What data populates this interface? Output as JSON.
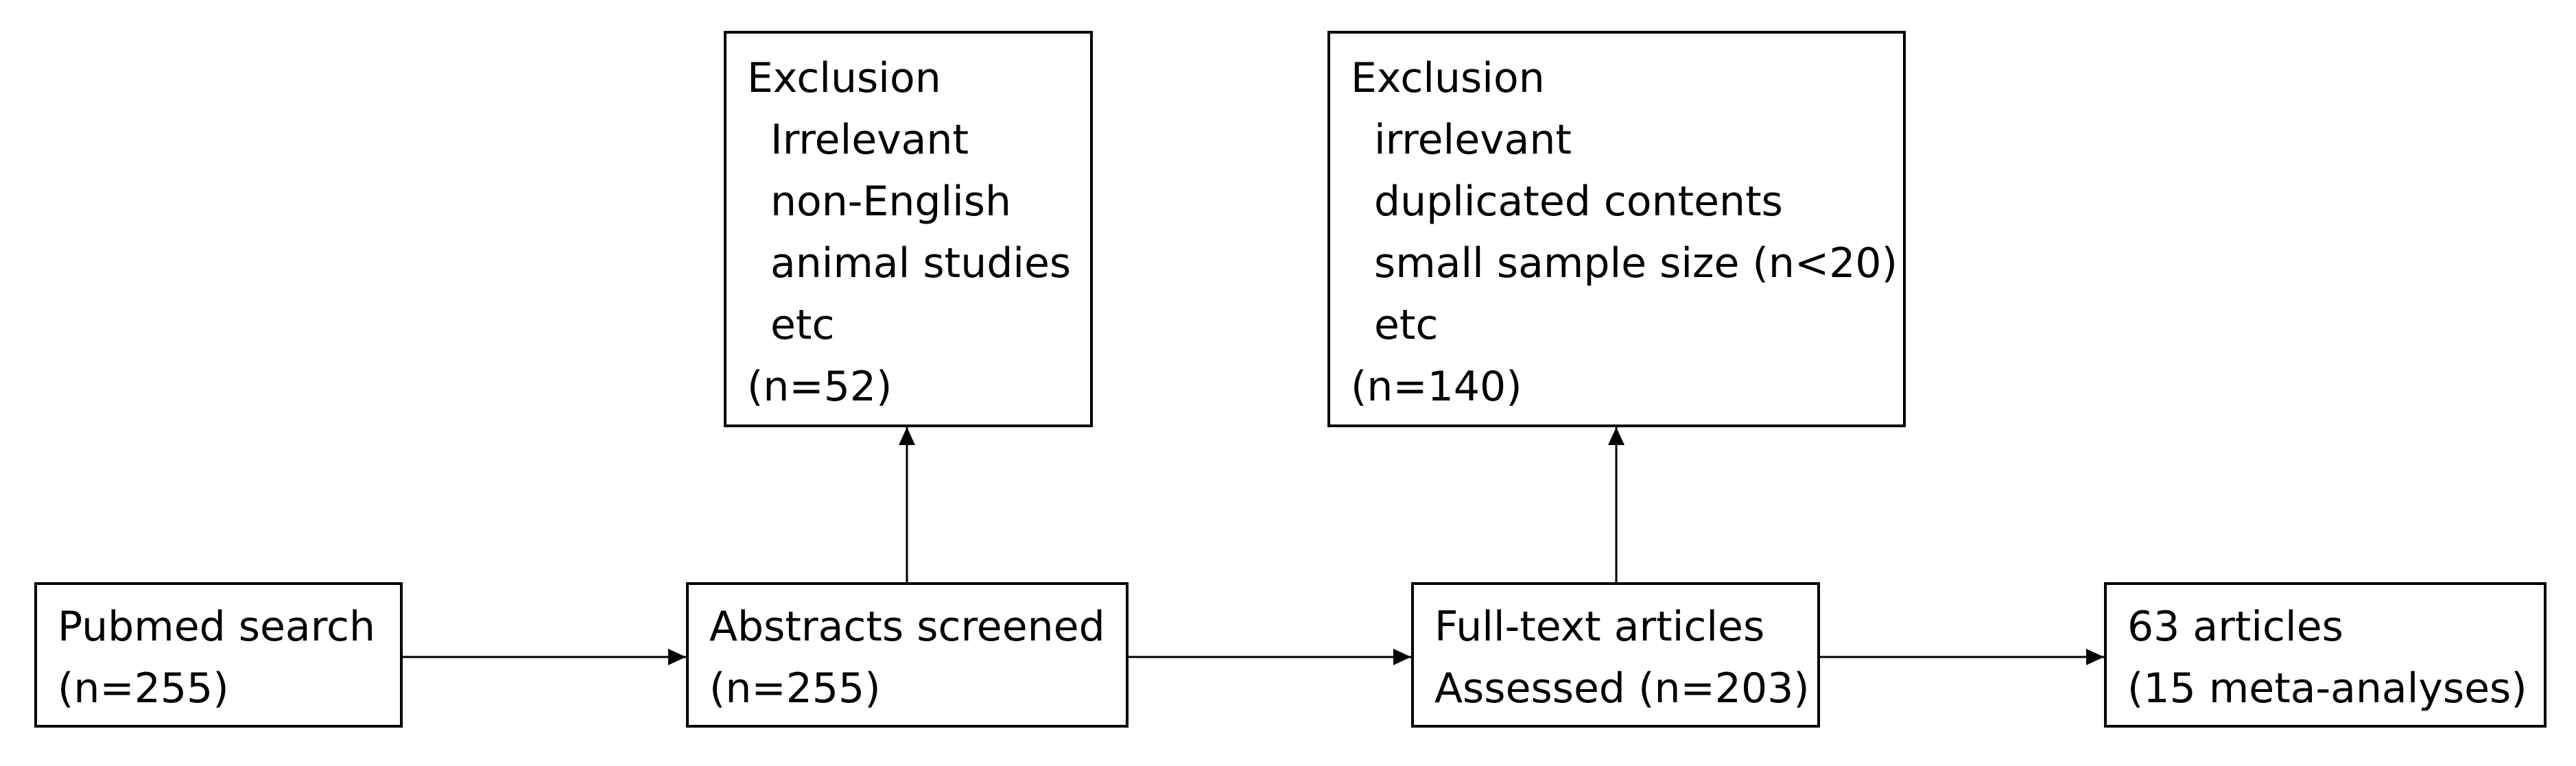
{
  "boxes": {
    "search": {
      "line1": "Pubmed search",
      "line2": "(n=255)"
    },
    "abstracts": {
      "line1": "Abstracts screened",
      "line2": "(n=255)"
    },
    "fulltext": {
      "line1": "Full-text articles",
      "line2": "Assessed (n=203)"
    },
    "final": {
      "line1": "63 articles",
      "line2": "(15 meta-analyses)"
    },
    "exclusion1": {
      "title": "Exclusion",
      "items": [
        "Irrelevant",
        "non-English",
        "animal studies",
        "etc"
      ],
      "count": "(n=52)"
    },
    "exclusion2": {
      "title": "Exclusion",
      "items": [
        "irrelevant",
        "duplicated contents",
        "small sample size (n<20)",
        "etc"
      ],
      "count": "(n=140)"
    }
  },
  "colors": {
    "line": "#000000",
    "background": "#ffffff"
  }
}
